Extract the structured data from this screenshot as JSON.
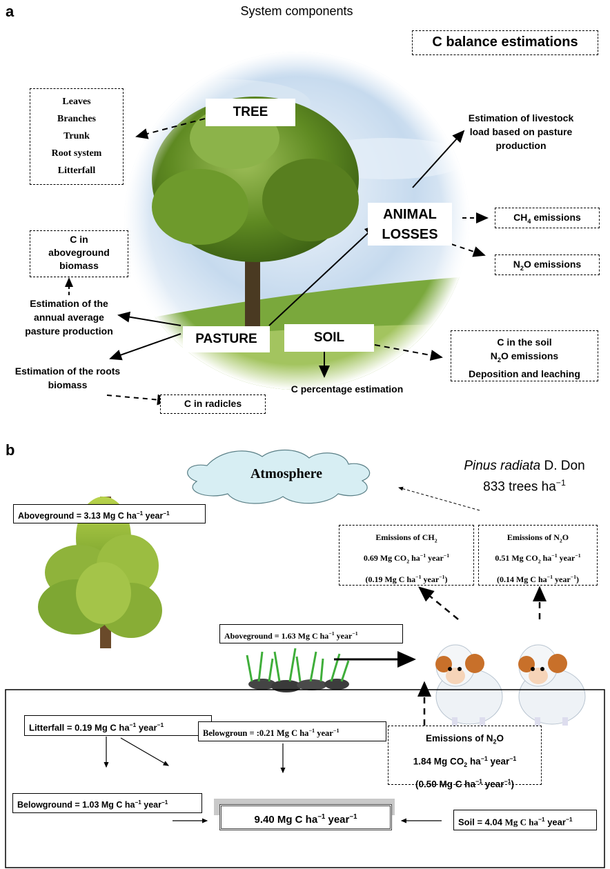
{
  "panel_a": {
    "letter": "a",
    "title": "System components",
    "c_balance": "C balance estimations",
    "tree_label": "TREE",
    "tree_parts": [
      "Leaves",
      "Branches",
      "Trunk",
      "Root system",
      "Litterfall"
    ],
    "animal_losses_1": "ANIMAL",
    "animal_losses_2": "LOSSES",
    "livestock_1": "Estimation of livestock",
    "livestock_2": "load based on pasture",
    "livestock_3": "production",
    "ch4_pre": "CH",
    "ch4_sub": "4",
    "ch4_post": " emissions",
    "n2o_pre": "N",
    "n2o_sub": "2",
    "n2o_post": "O emissions",
    "c_above_1": "C in",
    "c_above_2": "aboveground",
    "c_above_3": "biomass",
    "annual_1": "Estimation of the",
    "annual_2": "annual average",
    "annual_3": "pasture production",
    "pasture_label": "PASTURE",
    "soil_label": "SOIL",
    "roots_1": "Estimation of the roots",
    "roots_2": "biomass",
    "c_radicles": "C in radicles",
    "c_percentage": "C percentage estimation",
    "soil_box_1": "C in the soil",
    "soil_box_2_pre": "N",
    "soil_box_2_sub": "2",
    "soil_box_2_post": "O emissions",
    "soil_box_3": "Deposition and leaching"
  },
  "panel_b": {
    "letter": "b",
    "atmosphere": "Atmosphere",
    "species_italic": "Pinus radiata",
    "species_author": " D. Don",
    "density_pre": "833 trees ha",
    "density_sup": "−1",
    "aboveground_tree_pre": "Aboveground = 3.13 Mg C ha",
    "aboveground_tree_mid": " year",
    "emis_ch_title_pre": "Emissions of CH",
    "emis_ch_title_sub": "2",
    "emis_ch_l2_pre": "0.69 Mg CO",
    "emis_ch_l2_sub": "2",
    "emis_ch_l2_mid": " ha",
    "emis_ch_l2_post": " year",
    "emis_ch_l3_pre": "(0.19 Mg C ha",
    "emis_ch_l3_post": " year",
    "emis_n_title_pre": "Emissions of N",
    "emis_n_title_sub": "2",
    "emis_n_title_post": "O",
    "emis_n_l2_pre": "0.51 Mg CO",
    "emis_n_l2_sub": "2",
    "emis_n_l2_mid": " ha",
    "emis_n_l2_post": " year",
    "emis_n_l3_pre": "(0.14 Mg C ha",
    "emis_n_l3_post": " year",
    "aboveground_pasture_pre": "Aboveground = 1.63 Mg C ha",
    "aboveground_pasture_post": " year",
    "litterfall_pre": "Litterfall = 0.19 Mg C ha",
    "litterfall_post": " year",
    "belowgroun_pre": "Belowgroun = :0.21 Mg C ha",
    "belowgroun_post": " year",
    "emis_soil_title_pre": "Emissions of N",
    "emis_soil_title_sub": "2",
    "emis_soil_title_post": "O",
    "emis_soil_l2_pre": "1.84 Mg CO",
    "emis_soil_l2_sub": "2",
    "emis_soil_l2_mid": " ha",
    "emis_soil_l2_post": " year",
    "emis_soil_l3_pre": "(0.50 Mg C ha",
    "emis_soil_l3_post": " year",
    "belowground_tree_pre": "Belowground = 1.03 Mg C ha",
    "belowground_tree_post": " year",
    "total_pre": "9.40 Mg C ha",
    "total_post": " year",
    "soil_pre": "Soil = 4.04 ",
    "soil_mid": "Mg C ha",
    "soil_post": " year",
    "sup_minus1": "−1",
    "close_paren": ")"
  },
  "colors": {
    "sky": "#8fb6dc",
    "grass": "#7aa83c",
    "tree_green": "#6f9a2a",
    "sheep_horn": "#c8702a"
  }
}
